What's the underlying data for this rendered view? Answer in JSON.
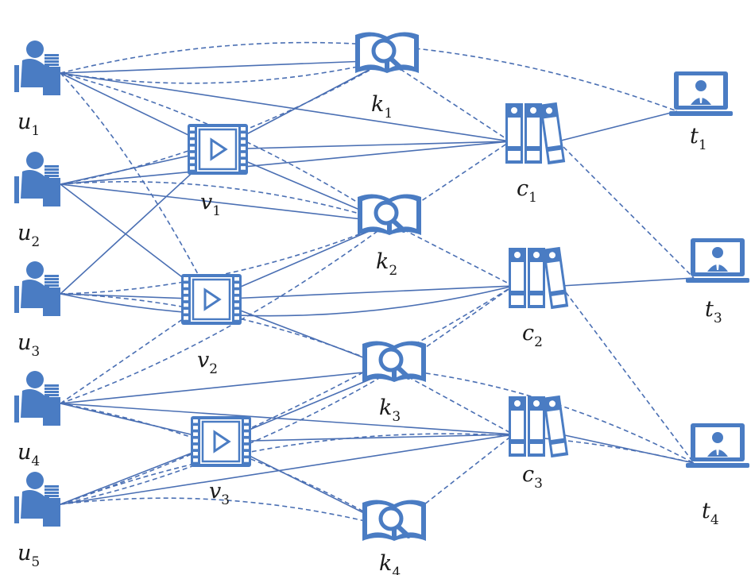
{
  "nodes": {
    "users": [
      {
        "id": "u1",
        "base": "u",
        "sub": "1"
      },
      {
        "id": "u2",
        "base": "u",
        "sub": "2"
      },
      {
        "id": "u3",
        "base": "u",
        "sub": "3"
      },
      {
        "id": "u4",
        "base": "u",
        "sub": "4"
      },
      {
        "id": "u5",
        "base": "u",
        "sub": "5"
      }
    ],
    "videos": [
      {
        "id": "v1",
        "base": "v",
        "sub": "1"
      },
      {
        "id": "v2",
        "base": "v",
        "sub": "2"
      },
      {
        "id": "v3",
        "base": "v",
        "sub": "3"
      }
    ],
    "knowledge": [
      {
        "id": "k1",
        "base": "k",
        "sub": "1"
      },
      {
        "id": "k2",
        "base": "k",
        "sub": "2"
      },
      {
        "id": "k3",
        "base": "k",
        "sub": "3"
      },
      {
        "id": "k4",
        "base": "k",
        "sub": "4"
      }
    ],
    "courses": [
      {
        "id": "c1",
        "base": "c",
        "sub": "1"
      },
      {
        "id": "c2",
        "base": "c",
        "sub": "2"
      },
      {
        "id": "c3",
        "base": "c",
        "sub": "3"
      }
    ],
    "teachers": [
      {
        "id": "t1",
        "base": "t",
        "sub": "1"
      },
      {
        "id": "t3",
        "base": "t",
        "sub": "3"
      },
      {
        "id": "t4",
        "base": "t",
        "sub": "4"
      }
    ]
  },
  "edges": {
    "solid": [
      [
        "u1",
        "v1"
      ],
      [
        "u1",
        "c1"
      ],
      [
        "u1",
        "k1"
      ],
      [
        "u2",
        "v1"
      ],
      [
        "u2",
        "c1"
      ],
      [
        "u2",
        "v2"
      ],
      [
        "u2",
        "k2"
      ],
      [
        "u3",
        "v1"
      ],
      [
        "u3",
        "v2"
      ],
      [
        "u3",
        "c2"
      ],
      [
        "u4",
        "k3"
      ],
      [
        "u4",
        "c3"
      ],
      [
        "u4",
        "v3"
      ],
      [
        "u5",
        "v3"
      ],
      [
        "u5",
        "c3"
      ],
      [
        "v1",
        "k1"
      ],
      [
        "v1",
        "k2"
      ],
      [
        "v1",
        "c1"
      ],
      [
        "v2",
        "k2"
      ],
      [
        "v2",
        "k3"
      ],
      [
        "v2",
        "c2"
      ],
      [
        "v3",
        "k3"
      ],
      [
        "v3",
        "k4"
      ],
      [
        "v3",
        "c3"
      ],
      [
        "c1",
        "t1"
      ],
      [
        "c2",
        "t3"
      ],
      [
        "c3",
        "t4"
      ]
    ],
    "dashed": [
      [
        "u1",
        "k1"
      ],
      [
        "u1",
        "t1"
      ],
      [
        "u1",
        "k2"
      ],
      [
        "u1",
        "v2"
      ],
      [
        "u2",
        "k2"
      ],
      [
        "u2",
        "k1"
      ],
      [
        "u3",
        "k2"
      ],
      [
        "u3",
        "k3"
      ],
      [
        "u4",
        "k2"
      ],
      [
        "u4",
        "k4"
      ],
      [
        "u4",
        "v2"
      ],
      [
        "u5",
        "k3"
      ],
      [
        "u5",
        "k4"
      ],
      [
        "u5",
        "t4"
      ],
      [
        "u5",
        "c2"
      ],
      [
        "k1",
        "c1"
      ],
      [
        "k2",
        "c1"
      ],
      [
        "k2",
        "c2"
      ],
      [
        "k3",
        "c2"
      ],
      [
        "k3",
        "c3"
      ],
      [
        "k4",
        "c3"
      ],
      [
        "c1",
        "t3"
      ],
      [
        "c2",
        "t4"
      ],
      [
        "k3",
        "t4"
      ]
    ]
  },
  "colors": {
    "icon": "#4a7cc3",
    "edge": "#4a6fb3",
    "label": "#1a1a1a"
  },
  "icons": {
    "users": "user-at-desk-icon",
    "videos": "video-play-icon",
    "knowledge": "book-search-icon",
    "courses": "binder-folders-icon",
    "teachers": "laptop-teacher-icon"
  }
}
